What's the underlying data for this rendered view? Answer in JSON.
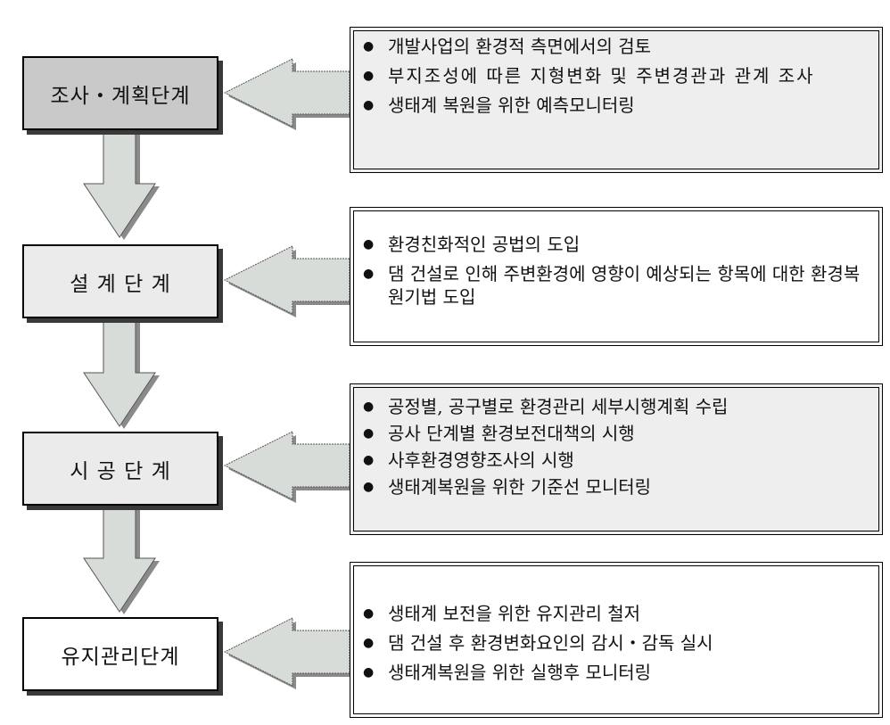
{
  "stages": [
    {
      "label": "조사・계획단계",
      "items": [
        "개발사업의 환경적 측면에서의 검토",
        "부지조성에 따른 지형변화 및 주변경관과 관계 조사",
        "생태계 복원을 위한 예측모니터링"
      ]
    },
    {
      "label": "설 계 단 계",
      "items": [
        "환경친화적인 공법의 도입",
        "댐 건설로 인해 주변환경에 영향이 예상되는 항목에 대한 환경복원기법 도입"
      ]
    },
    {
      "label": "시 공 단 계",
      "items": [
        "공정별, 공구별로 환경관리 세부시행계획 수립",
        "공사 단계별 환경보전대책의 시행",
        "사후환경영향조사의 시행",
        "생태계복원을 위한 기준선 모니터링"
      ]
    },
    {
      "label": "유지관리단계",
      "items": [
        "생태계 보전을 위한 유지관리 철저",
        "댐 건설 후 환경변화요인의 감시・감독 실시",
        "생태계복원을 위한 실행후 모니터링"
      ]
    }
  ],
  "bullet": "●",
  "colors": {
    "stage_fill_first": "#c9c9c9",
    "stage_fill_middle": "#ebebeb",
    "stage_fill_last": "#ffffff",
    "arrow_fill": "#d8dcd8",
    "arrow_shadow": "#8a8a8a"
  }
}
